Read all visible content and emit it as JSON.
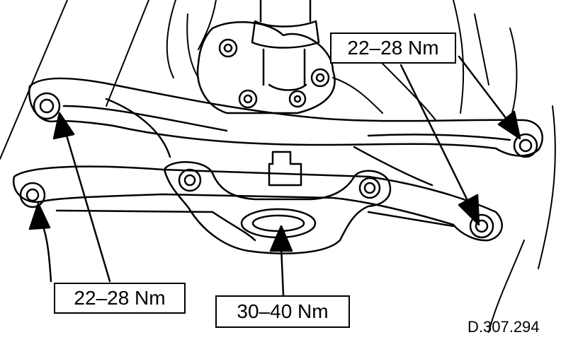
{
  "labels": {
    "torque_top_right": "22–28 Nm",
    "torque_bottom_left": "22–28 Nm",
    "torque_bottom_center": "30–40 Nm"
  },
  "reference": "D.307.294",
  "colors": {
    "line": "#000000",
    "background": "#ffffff"
  }
}
